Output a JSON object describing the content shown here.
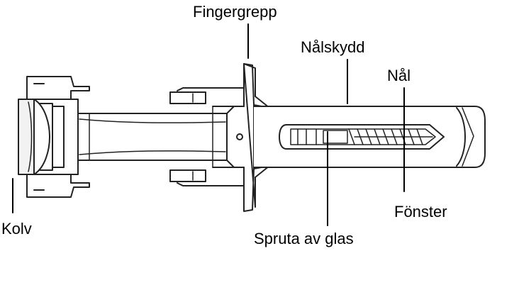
{
  "labels": {
    "fingergrepp": "Fingergrepp",
    "nalskydd": "Nålskydd",
    "nal": "Nål",
    "kolv": "Kolv",
    "fonster": "Fönster",
    "spruta": "Spruta av glas"
  }
}
